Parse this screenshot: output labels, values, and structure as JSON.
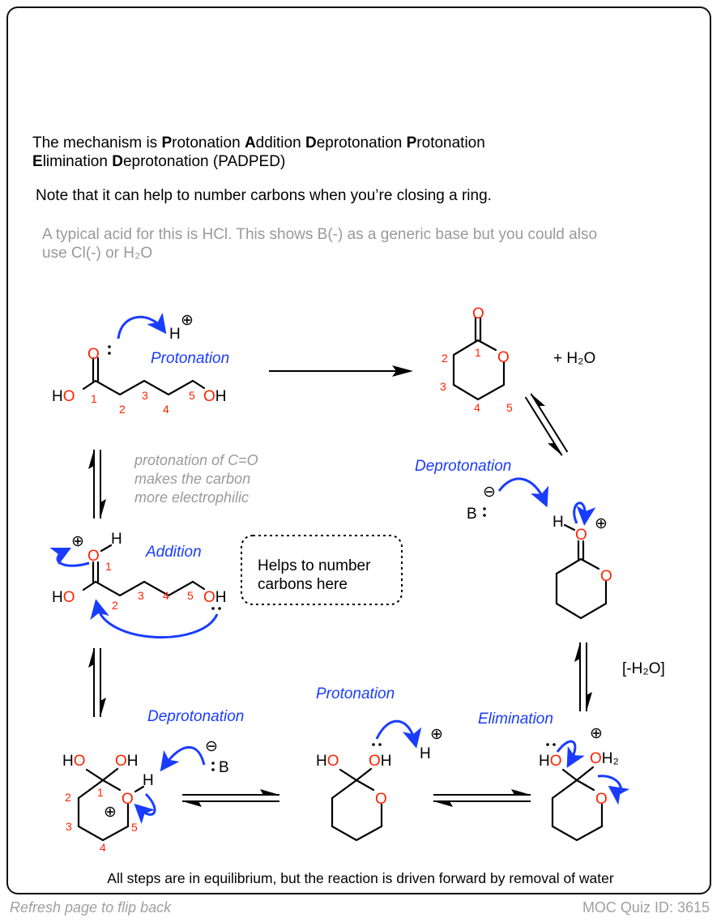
{
  "intro": {
    "line1": [
      {
        "b": "P",
        "r": "rotonation "
      },
      {
        "b": "A",
        "r": "ddition "
      },
      {
        "b": "D",
        "r": "eprotonation "
      },
      {
        "b": "P",
        "r": "rotonation"
      }
    ],
    "line1_prefix": "The mechanism is ",
    "line2": [
      {
        "b": "E",
        "r": "limination "
      },
      {
        "b": "D",
        "r": "eprotonation (PADPED)"
      }
    ],
    "note": "Note that it can help to number carbons when you’re closing a ring.",
    "acid_note_1": "A typical acid for this is HCl. This shows B(-) as a generic base but you could also",
    "acid_note_2": "use Cl(-) or H₂O"
  },
  "labels": {
    "protonation": "Protonation",
    "addition": "Addition",
    "deprotonation": "Deprotonation",
    "elimination": "Elimination",
    "minus_water": "[-H₂O]",
    "plus_water": "+ H₂O",
    "electrophilic": [
      "protonation of C=O",
      "makes the carbon",
      "more electrophilic"
    ],
    "box": [
      "Helps to number",
      "carbons here"
    ]
  },
  "atoms": {
    "HO": "HO",
    "OH": "OH",
    "O": "O",
    "H": "H",
    "B": "B",
    "OH2": "OH₂",
    "plus": "⊕",
    "minus": "⊖"
  },
  "numbers": [
    "1",
    "2",
    "3",
    "4",
    "5"
  ],
  "footer": {
    "summary": "All steps are in equilibrium, but the reaction is driven forward by removal of water",
    "refresh": "Refresh page to flip back",
    "quiz_id": "MOC Quiz ID: 3615"
  },
  "colors": {
    "oxygen": "#ff2200",
    "arrow": "#1a3cff",
    "gray": "#9a9a9a"
  }
}
